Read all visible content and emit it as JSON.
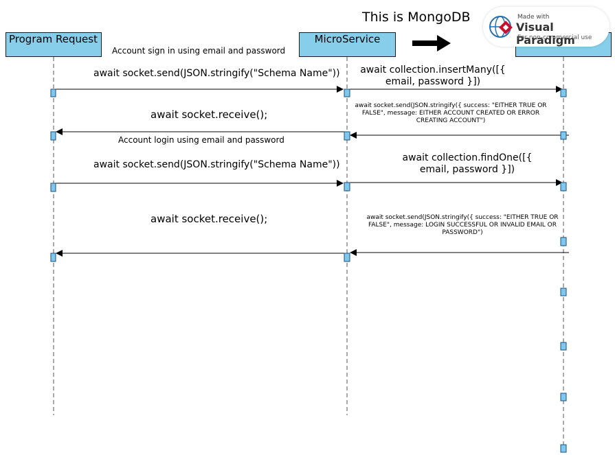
{
  "title": "This is MongoDB",
  "lifelines": [
    {
      "label": "Program Request"
    },
    {
      "label": "MicroService"
    },
    {
      "label": ""
    }
  ],
  "watermark": {
    "made_with": "Made with",
    "name": "Visual Paradigm",
    "note": "For non-commercial use"
  },
  "messages": {
    "m1_section": "Account sign in using email and password",
    "m1_send": "await socket.send(JSON.stringify(\"Schema Name\"))",
    "m1_db": "await collection.insertMany([{ email, password }])",
    "m1_db_reply": "await socket.send(JSON.stringify({ success: \"EITHER TRUE OR FALSE\", message: EITHER ACCOUNT CREATED OR ERROR CREATING ACCOUNT\")",
    "m1_receive": "await socket.receive();",
    "m2_section": "Account login using email and password",
    "m2_send": "await socket.send(JSON.stringify(\"Schema Name\"))",
    "m2_db": "await collection.findOne([{ email, password }])",
    "m2_db_reply": "await socket.send(JSON.stringify({ success: \"EITHER TRUE OR FALSE\", message: LOGIN SUCCESSFUL OR INVALID EMAIL OR PASSWORD\")",
    "m2_receive": "await socket.receive();"
  },
  "colors": {
    "lifeline_head": "#87ceeb",
    "activation": "#7ec8ee",
    "line": "#000000"
  }
}
